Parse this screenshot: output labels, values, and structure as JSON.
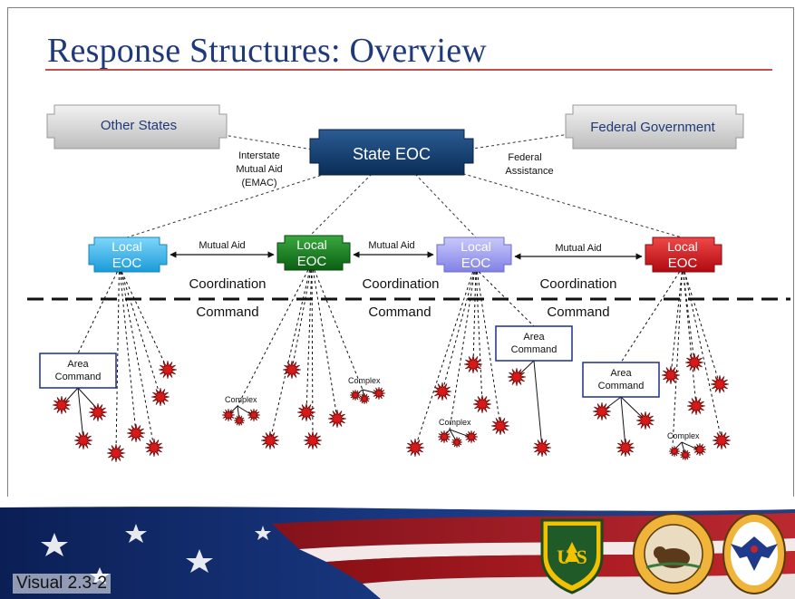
{
  "slide": {
    "title": "Response Structures:  Overview",
    "visual_label": "Visual 2.3-2"
  },
  "nodes": {
    "other_states": "Other States",
    "federal_government": "Federal Government",
    "state_eoc": "State EOC",
    "local_eoc_line1": "Local",
    "local_eoc_line2": "EOC"
  },
  "edge_labels": {
    "interstate_1": "Interstate",
    "interstate_2": "Mutual Aid",
    "interstate_3": "(EMAC)",
    "federal_1": "Federal",
    "federal_2": "Assistance",
    "mutual_aid_1": "Mutual Aid",
    "mutual_aid_2": "Mutual Aid",
    "mutual_aid_3": "Mutual Aid"
  },
  "layers": {
    "coordination": "Coordination",
    "command": "Command"
  },
  "sub_structures": {
    "area_command_1": "Area",
    "area_command_2": "Command",
    "complex": "Complex"
  },
  "colors": {
    "title": "#1f3a7a",
    "state_eoc": "#0d3b6e",
    "local_eoc_light_blue": "#2fb3ea",
    "local_eoc_green": "#0f7a18",
    "local_eoc_lavender": "#9c9cf0",
    "local_eoc_red": "#d4141a",
    "outside_box": "#d9d9d9",
    "incident": "#d61a1a",
    "title_rule": "#c0504d"
  },
  "logos": [
    "forest-service-shield",
    "department-of-interior-seal",
    "fema-eagle-seal"
  ]
}
